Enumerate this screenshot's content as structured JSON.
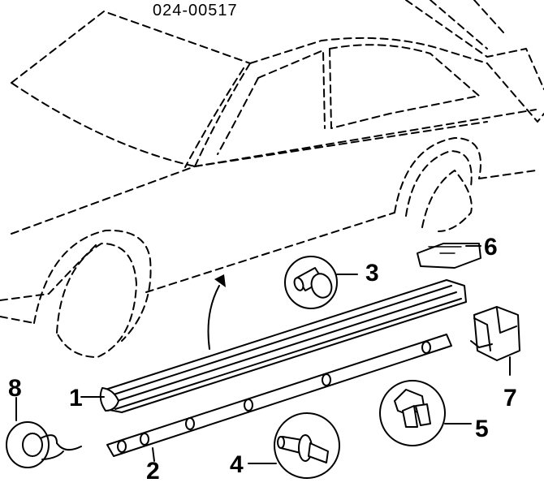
{
  "diagram": {
    "document_number": "024-00517",
    "callouts": [
      "1",
      "2",
      "3",
      "4",
      "5",
      "6",
      "7",
      "8"
    ]
  }
}
